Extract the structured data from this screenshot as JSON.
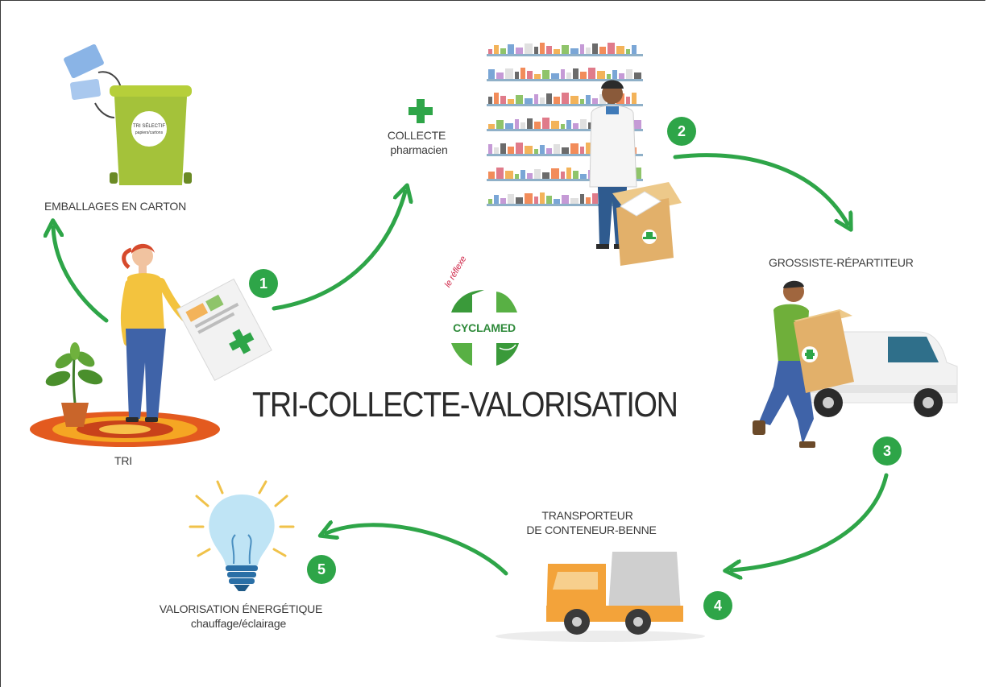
{
  "title": "TRI-COLLECTE-VALORISATION",
  "logo": {
    "tagline": "le réflexe",
    "name": "CYCLAMED"
  },
  "stations": {
    "tri": {
      "label": "TRI"
    },
    "emballages": {
      "label": "EMBALLAGES EN CARTON",
      "bin_text": "TRI SÉLECTIF papiers/cartons"
    },
    "collecte": {
      "line1": "COLLECTE",
      "line2": "pharmacien"
    },
    "grossiste": {
      "label": "GROSSISTE-RÉPARTITEUR"
    },
    "transporteur": {
      "line1": "TRANSPORTEUR",
      "line2": "DE CONTENEUR-BENNE"
    },
    "valorisation": {
      "line1": "VALORISATION ÉNERGÉTIQUE",
      "line2": "chauffage/éclairage"
    }
  },
  "steps": [
    "1",
    "2",
    "3",
    "4",
    "5"
  ],
  "colors": {
    "accent": "#2ea548",
    "box": "#e2b06a",
    "truck": "#f3a33a"
  }
}
